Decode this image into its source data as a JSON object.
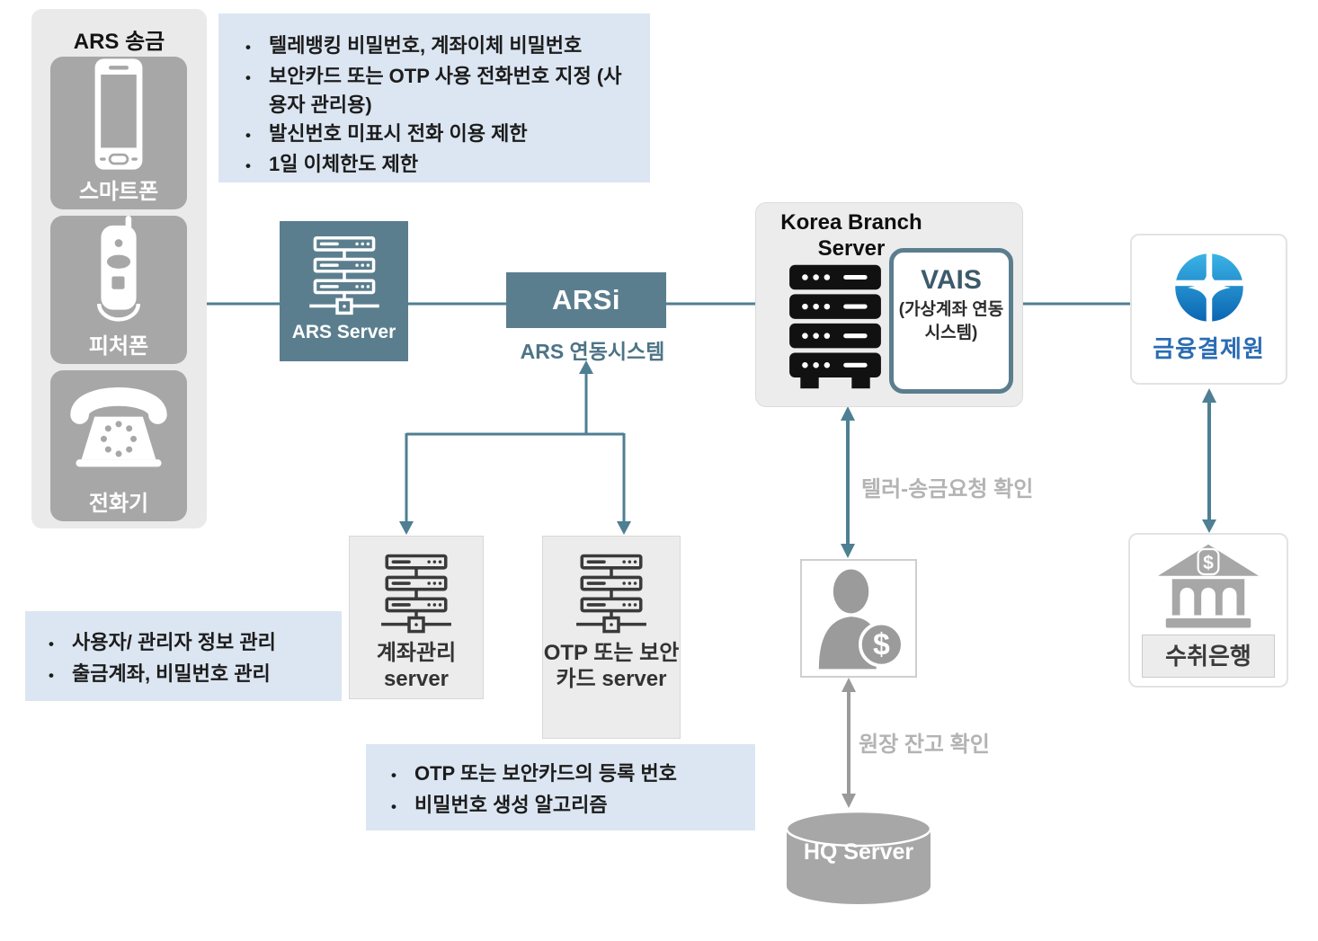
{
  "palette": {
    "teal_fill": "#5b7e8e",
    "teal_line": "#4e7f93",
    "note_bg": "#dce6f2",
    "device_gray": "#a7a7a7",
    "panel_gray": "#ececec",
    "edge_label_gray": "#b3b3b3",
    "gray_line": "#9a9a9a",
    "kftc_blue": "#2a6cb3"
  },
  "ui": {
    "bullet": "•",
    "dollar": "$"
  },
  "source_panel": {
    "title": "ARS 송금",
    "devices": [
      {
        "label": "스마트폰",
        "icon": "smartphone-icon"
      },
      {
        "label": "피처폰",
        "icon": "feature-phone-icon"
      },
      {
        "label": "전화기",
        "icon": "telephone-icon"
      }
    ]
  },
  "top_notes": {
    "items": [
      "텔레뱅킹 비밀번호, 계좌이체 비밀번호",
      "보안카드 또는 OTP 사용 전화번호 지정 (사용자 관리용)",
      "발신번호 미표시 전화 이용 제한",
      "1일 이체한도 제한"
    ]
  },
  "left_notes": {
    "items": [
      "사용자/ 관리자 정보 관리",
      "출금계좌, 비밀번호 관리"
    ]
  },
  "bottom_notes": {
    "items": [
      "OTP 또는 보안카드의 등록 번호",
      "비밀번호 생성 알고리즘"
    ]
  },
  "nodes": {
    "ars_server": {
      "label": "ARS Server"
    },
    "arsi": {
      "label": "ARSi",
      "caption": "ARS 연동시스템"
    },
    "korea_branch": {
      "title": "Korea Branch Server"
    },
    "vais": {
      "name": "VAIS",
      "subtitle": "(가상계좌 연동시스템)"
    },
    "kftc": {
      "label": "금융결제원"
    },
    "account_server": {
      "label": "계좌관리 server"
    },
    "otp_server": {
      "label": "OTP 또는 보안카드 server"
    },
    "hq_server": {
      "label": "HQ Server"
    },
    "receiving_bank": {
      "label": "수취은행"
    }
  },
  "edge_labels": {
    "teller_check": "텔러-송금요청 확인",
    "ledger_check": "원장 잔고 확인"
  }
}
